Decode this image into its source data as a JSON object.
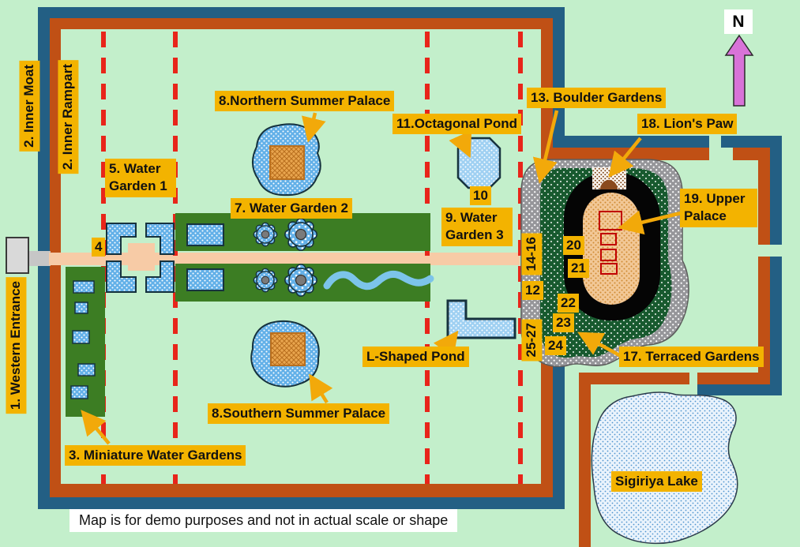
{
  "page": {
    "north": "N",
    "disclaimer": "Map is for demo purposes and not in actual scale or shape"
  },
  "labels": {
    "western_entrance": "1. Western Entrance",
    "inner_moat": "2. Inner Moat",
    "inner_rampart": "2. Inner Rampart",
    "miniature_water_gardens": "3. Miniature Water Gardens",
    "num4": "4",
    "water_garden_1": "5. Water Garden 1",
    "water_garden_2": "7. Water Garden 2",
    "northern_summer_palace": "8.Northern Summer Palace",
    "southern_summer_palace": "8.Southern Summer Palace",
    "water_garden_3": "9. Water Garden 3",
    "num10": "10",
    "octagonal_pond": "11.Octagonal Pond",
    "num12": "12",
    "boulder_gardens": "13. Boulder Gardens",
    "num14_16": "14-16",
    "terraced_gardens": "17. Terraced Gardens",
    "lions_paw": "18. Lion's Paw",
    "upper_palace": "19. Upper Palace",
    "num20": "20",
    "num21": "21",
    "num22": "22",
    "num23": "23",
    "num24": "24",
    "num25_27": "25-27",
    "l_shaped_pond": "L-Shaped Pond",
    "sigiriya_lake": "Sigiriya Lake"
  },
  "colors": {
    "background": "#c3efcb",
    "moat_blue": "#235f84",
    "rampart_orange": "#c05015",
    "label_bg": "#f3b300",
    "garden_green": "#3c7d23",
    "terrace_green": "#185a2f",
    "water_blue": "#62b0e8",
    "path_peach": "#f7cba6",
    "boulder_gray": "#96969a",
    "palace_tan": "#f2c897",
    "north_arrow_pink": "#d873d8",
    "dashed_line_red": "#e8251a"
  }
}
